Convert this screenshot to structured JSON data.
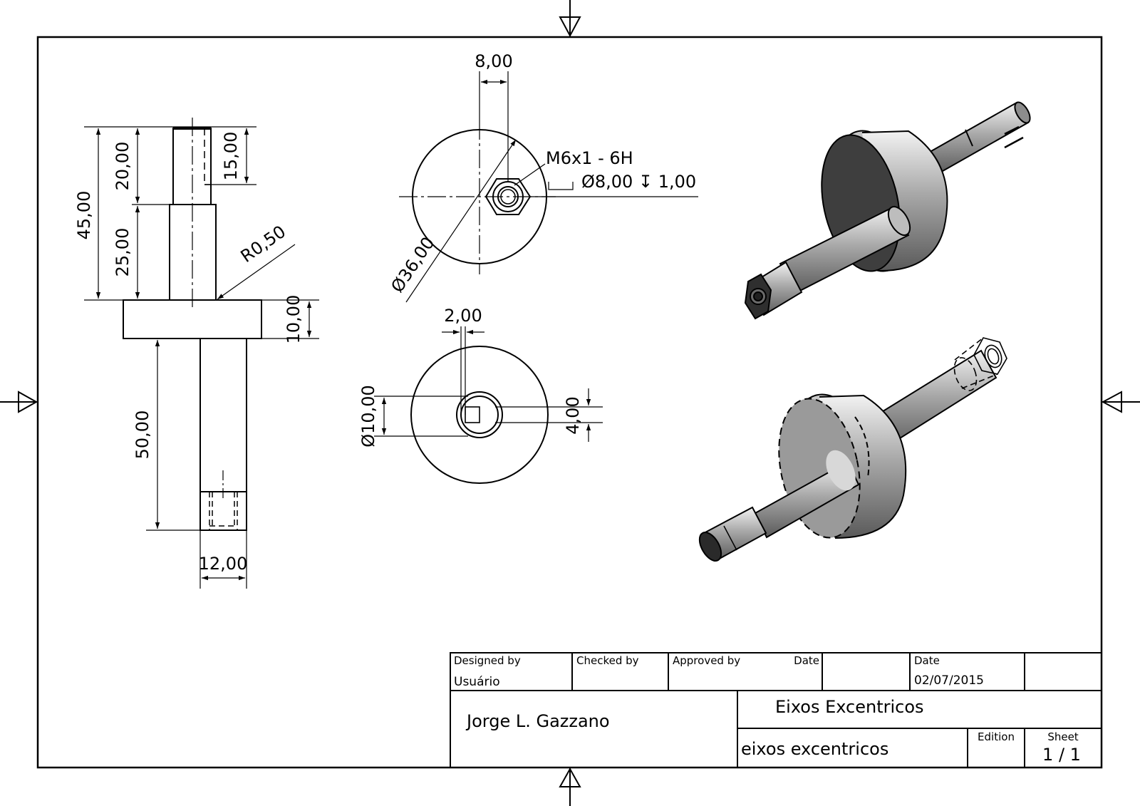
{
  "dimensions": {
    "side_view": {
      "overall_upper": "45,00",
      "top_step": "20,00",
      "thread_depth": "15,00",
      "lower_upper": "25,00",
      "fillet": "R0,50",
      "flange_thickness": "10,00",
      "lower_shaft": "50,00",
      "lower_diameter": "12,00"
    },
    "top_view": {
      "offset": "8,00",
      "thread_spec": "M6x1 - 6H",
      "counterbore": "Ø8,00 ↧ 1,00",
      "flange_diameter": "Ø36,00"
    },
    "bottom_view": {
      "slot_offset": "2,00",
      "shaft_diameter": "Ø10,00",
      "slot_width": "4,00"
    }
  },
  "title_block": {
    "designed_by_label": "Designed by",
    "designed_by": "Usuário",
    "checked_by_label": "Checked by",
    "approved_by_label": "Approved by",
    "date_label_1": "Date",
    "date_label_2": "Date",
    "date": "02/07/2015",
    "author": "Jorge L. Gazzano",
    "title": "Eixos Excentricos",
    "subtitle": "eixos excentricos",
    "edition_label": "Edition",
    "sheet_label": "Sheet",
    "sheet": "1 / 1"
  }
}
